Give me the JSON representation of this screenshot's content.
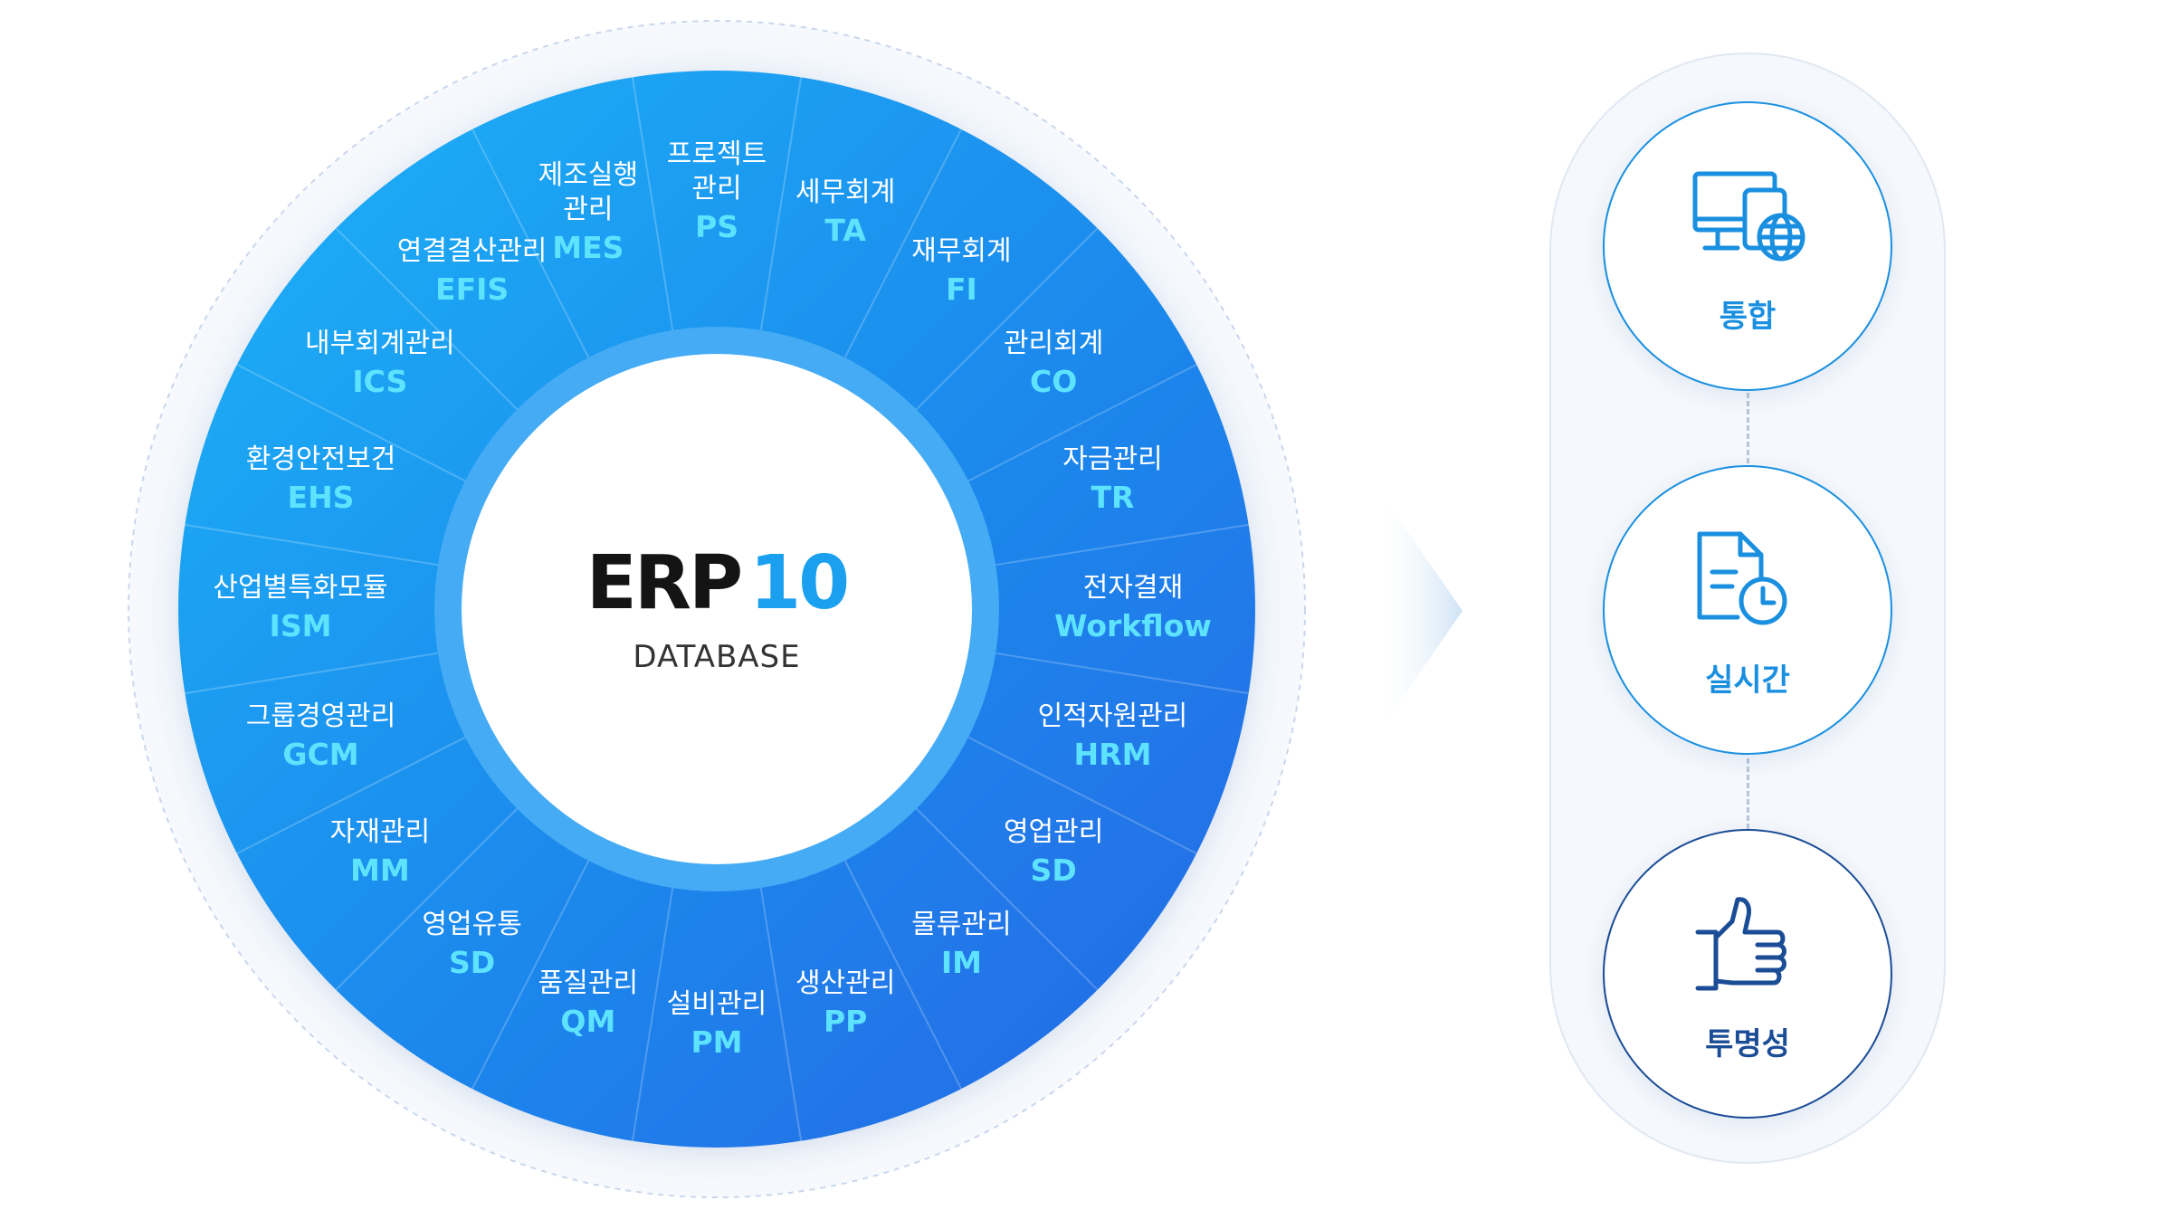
{
  "center": {
    "logo_text": "ERP",
    "logo_number": "10",
    "subtitle": "DATABASE"
  },
  "segments": [
    {
      "kr": "프로젝트\n관리",
      "code": "PS"
    },
    {
      "kr": "세무회계",
      "code": "TA"
    },
    {
      "kr": "재무회계",
      "code": "FI"
    },
    {
      "kr": "관리회계",
      "code": "CO"
    },
    {
      "kr": "자금관리",
      "code": "TR"
    },
    {
      "kr": "전자결재",
      "code": "Workflow"
    },
    {
      "kr": "인적자원관리",
      "code": "HRM"
    },
    {
      "kr": "영업관리",
      "code": "SD"
    },
    {
      "kr": "물류관리",
      "code": "IM"
    },
    {
      "kr": "생산관리",
      "code": "PP"
    },
    {
      "kr": "설비관리",
      "code": "PM"
    },
    {
      "kr": "품질관리",
      "code": "QM"
    },
    {
      "kr": "영업유통",
      "code": "SD"
    },
    {
      "kr": "자재관리",
      "code": "MM"
    },
    {
      "kr": "그룹경영관리",
      "code": "GCM"
    },
    {
      "kr": "산업별특화모듈",
      "code": "ISM"
    },
    {
      "kr": "환경안전보건",
      "code": "EHS"
    },
    {
      "kr": "내부회계관리",
      "code": "ICS"
    },
    {
      "kr": "연결결산관리",
      "code": "EFIS"
    },
    {
      "kr": "제조실행\n관리",
      "code": "MES"
    }
  ],
  "features": [
    {
      "label": "통합",
      "icon": "devices-globe-icon",
      "color": "#1a8fe0"
    },
    {
      "label": "실시간",
      "icon": "document-clock-icon",
      "color": "#1a8fe0"
    },
    {
      "label": "투명성",
      "icon": "thumbs-up-icon",
      "color": "#1b4c96"
    }
  ],
  "colors": {
    "ring_light": "#1aa8f4",
    "ring_dark": "#2270e6",
    "code_text": "#5ee3ff",
    "accent": "#1a8fe0",
    "dark_accent": "#1b4c96"
  }
}
